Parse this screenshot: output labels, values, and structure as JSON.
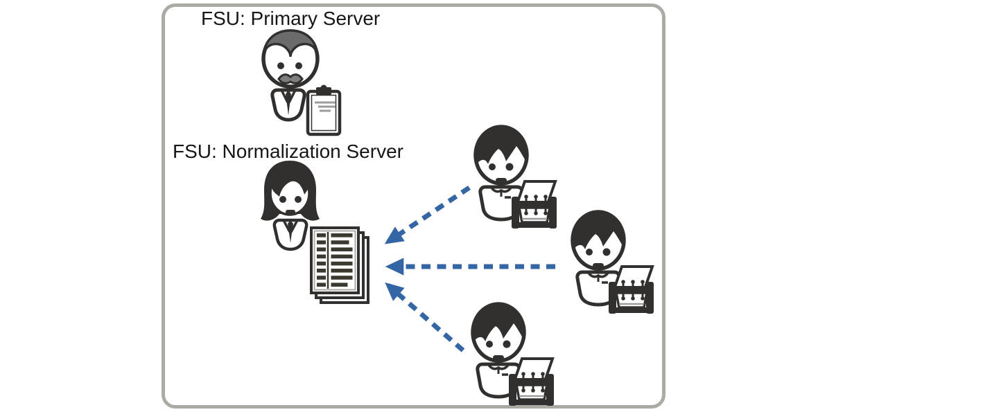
{
  "diagram": {
    "labels": {
      "primary_server": "FSU: Primary Server",
      "normalization_server": "FSU: Normalization Server"
    },
    "colors": {
      "outline_dark": "#32302e",
      "hair_gray": "#6b6b6b",
      "frame_gray": "#abaaa5",
      "arrow_blue": "#3465a4",
      "detail_gray": "#9b9b9b"
    },
    "nodes": [
      {
        "id": "primary-server",
        "label": "FSU: Primary Server",
        "icon": "manager-with-clipboard-icon"
      },
      {
        "id": "normalization-server",
        "label": "FSU: Normalization Server",
        "icon": "woman-with-document-stack-icon"
      },
      {
        "id": "data-site-1",
        "label": "",
        "icon": "worker-with-rolodex-icon"
      },
      {
        "id": "data-site-2",
        "label": "",
        "icon": "worker-with-rolodex-icon"
      },
      {
        "id": "data-site-3",
        "label": "",
        "icon": "worker-with-rolodex-icon"
      }
    ],
    "connections": [
      {
        "from": "data-site-1",
        "to": "normalization-server",
        "style": "dashed-arrow"
      },
      {
        "from": "data-site-2",
        "to": "normalization-server",
        "style": "dashed-arrow"
      },
      {
        "from": "data-site-3",
        "to": "normalization-server",
        "style": "dashed-arrow"
      }
    ]
  }
}
